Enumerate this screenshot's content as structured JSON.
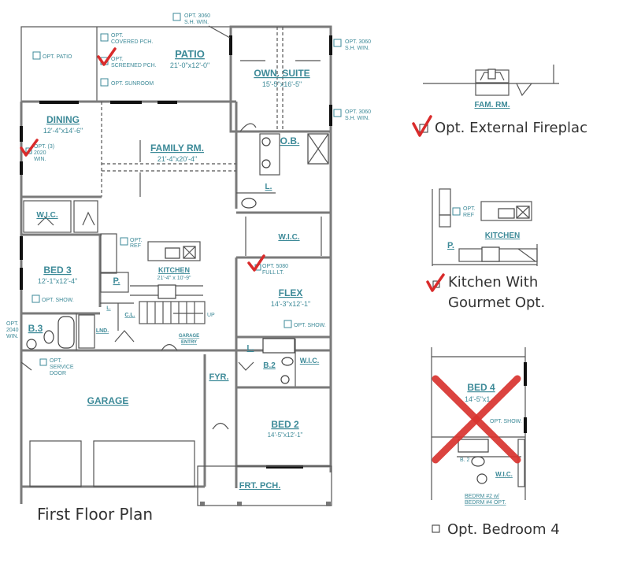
{
  "main_plan": {
    "title": "First Floor Plan",
    "rooms": {
      "patio": {
        "label": "PATIO",
        "dim": "21'-0\"x12'-0\""
      },
      "owner_suite": {
        "label": "OWN. SUITE",
        "dim": "15'-5\"x16'-5\""
      },
      "dining": {
        "label": "DINING",
        "dim": "12'-4\"x14'-6\""
      },
      "family_room": {
        "label": "FAMILY RM.",
        "dim": "21'-4\"x20'-4\""
      },
      "owner_bath": {
        "label": "O.B."
      },
      "owner_linen": {
        "label": "L."
      },
      "owner_wic": {
        "label": "W.I.C."
      },
      "bed3_wic": {
        "label": "W.I.C."
      },
      "bed3": {
        "label": "BED 3",
        "dim": "12'-1\"x12'-4\""
      },
      "kitchen": {
        "label": "KITCHEN",
        "dim": "21'-4\" x 10'-9\""
      },
      "pantry": {
        "label": "P."
      },
      "flex": {
        "label": "FLEX",
        "dim": "14'-3\"x12'-1\""
      },
      "bath3": {
        "label": "B.3"
      },
      "laundry": {
        "label": "LND."
      },
      "linen_small": {
        "label": "L."
      },
      "coat_closet": {
        "label": "C.L."
      },
      "stairs_up": {
        "label": "UP"
      },
      "garage_entry": {
        "label_line1": "GARAGE",
        "label_line2": "ENTRY"
      },
      "linen2": {
        "label": "L."
      },
      "bath2": {
        "label": "B.2"
      },
      "bed2_wic": {
        "label": "W.I.C."
      },
      "garage": {
        "label": "GARAGE"
      },
      "foyer": {
        "label": "FYR."
      },
      "bed2": {
        "label": "BED 2",
        "dim": "14'-5\"x12'-1\""
      },
      "front_porch": {
        "label": "FRT. PCH."
      }
    },
    "options": {
      "opt_patio": {
        "line1": "OPT. PATIO",
        "checked": false
      },
      "covered_porch": {
        "line1": "OPT.",
        "line2": "COVERED PCH.",
        "checked": false
      },
      "screened_porch": {
        "line1": "OPT.",
        "line2": "SCREENED PCH.",
        "checked": true
      },
      "sunroom": {
        "line1": "OPT. SUNROOM",
        "checked": false
      },
      "win_top": {
        "line1": "OPT. 3060",
        "line2": "S.H. WIN.",
        "checked": false
      },
      "win_suite_1": {
        "line1": "OPT. 3060",
        "line2": "S.H. WIN.",
        "checked": false
      },
      "win_suite_2": {
        "line1": "OPT. 3060",
        "line2": "S.H. WIN.",
        "checked": false
      },
      "dining_win": {
        "line1": "OPT. (3)",
        "line2": "2020",
        "line3": "WIN.",
        "checked": true
      },
      "ref": {
        "line1": "OPT.",
        "line2": "REF",
        "checked": false
      },
      "flex_door": {
        "line1": "OPT. 5080",
        "line2": "FULL LT.",
        "checked": true
      },
      "bed3_shower": {
        "line1": "OPT. SHOW.",
        "checked": false
      },
      "flex_shower": {
        "line1": "OPT. SHOW.",
        "checked": false
      },
      "bath3_win": {
        "line1": "OPT.",
        "line2": "2040",
        "line3": "WIN.",
        "checked": false
      },
      "service_door": {
        "line1": "OPT.",
        "line2": "SERVICE",
        "line3": "DOOR",
        "checked": false
      }
    }
  },
  "side_options": {
    "fireplace": {
      "room_label": "FAM. RM.",
      "caption": "Opt. External Fireplac",
      "checked": true
    },
    "gourmet_kitchen": {
      "room_label": "KITCHEN",
      "ref_line1": "OPT.",
      "ref_line2": "REF",
      "pantry": "P.",
      "caption_line1": "Kitchen With",
      "caption_line2": "Gourmet Opt.",
      "checked": true
    },
    "bedroom4": {
      "room_label": "BED 4",
      "dim": "14'-5\"x1",
      "show_label": "OPT. SHOW.",
      "bath_label": "B. 2",
      "wic_label": "W.I.C.",
      "note_line1": "BEDRM #2 w/",
      "note_line2": "BEDRM #4 OPT.",
      "caption": "Opt. Bedroom 4",
      "checked": false,
      "crossed_out": true
    }
  },
  "colors": {
    "label_teal": "#3d8a98",
    "check_red": "#d92b2b",
    "wall_gray": "#7a7a7a"
  }
}
